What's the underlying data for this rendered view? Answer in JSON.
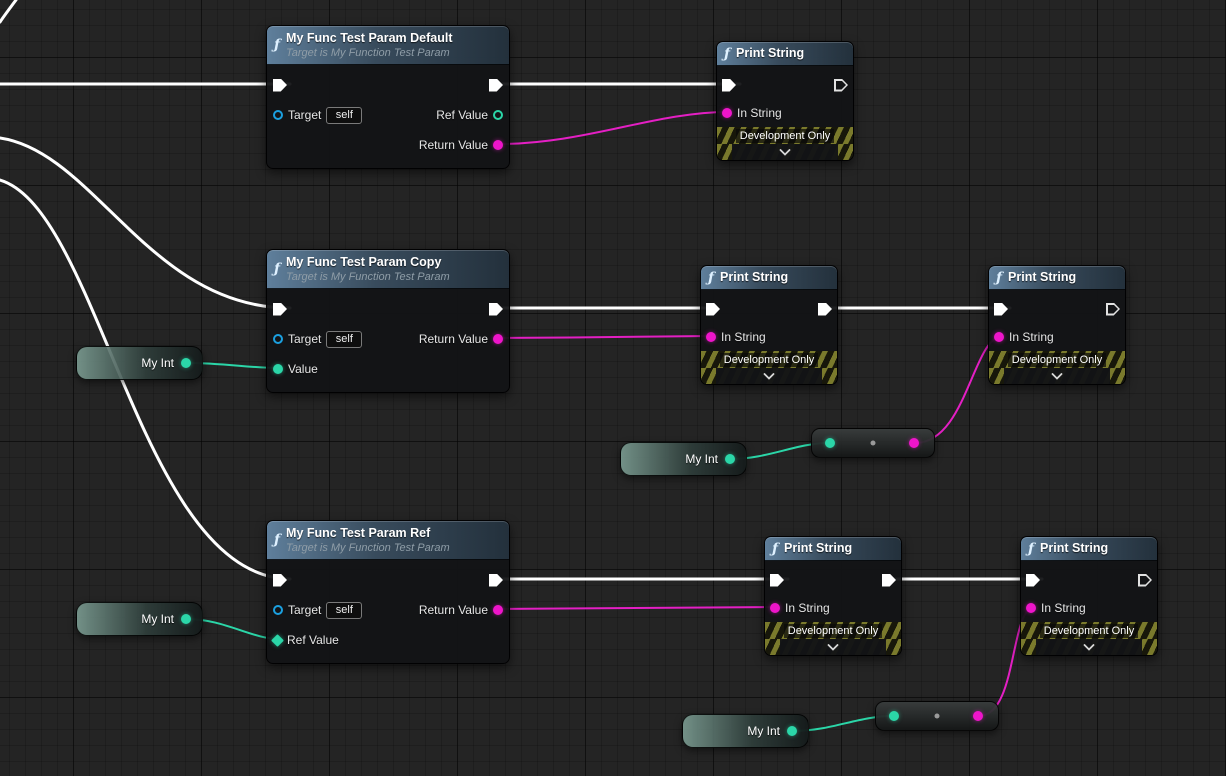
{
  "icons": {
    "function": "ƒ"
  },
  "pins": {
    "target": "Target",
    "self_value": "self",
    "ref_value": "Ref Value",
    "return_value": "Return Value",
    "value": "Value",
    "in_string": "In String"
  },
  "nodes": {
    "func_default": {
      "title": "My Func Test Param Default",
      "subtitle": "Target is My Function Test Param"
    },
    "func_copy": {
      "title": "My Func Test Param Copy",
      "subtitle": "Target is My Function Test Param"
    },
    "func_ref": {
      "title": "My Func Test Param Ref",
      "subtitle": "Target is My Function Test Param"
    },
    "print_string": {
      "title": "Print String",
      "dev_only_label": "Development Only"
    },
    "my_int": {
      "label": "My Int"
    }
  },
  "colors": {
    "exec_wire": "#ffffff",
    "string_pin": "#ee15ca",
    "int_pin": "#2bd6a8",
    "object_pin": "#1ba0e0",
    "dev_banner_stripe": "#7a7a2c"
  }
}
